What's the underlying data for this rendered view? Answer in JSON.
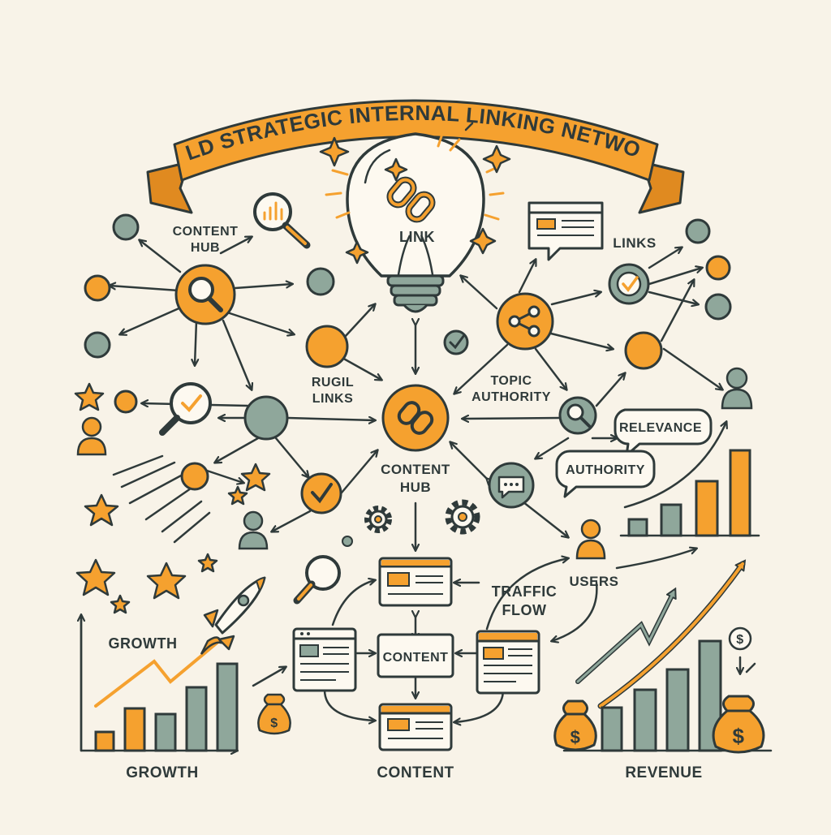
{
  "colors": {
    "background": "#f8f3e8",
    "orange": "#f5a12f",
    "sage": "#8fa79b",
    "ink": "#2f3a3a",
    "paper": "#fdf9f0"
  },
  "banner": {
    "title": "BUILD STRATEGIC INTERNAL LINKING NETWORKS"
  },
  "labels": {
    "content_hub_top_1": "CONTENT",
    "content_hub_top_2": "HUB",
    "bulb": "LINK",
    "links": "LINKS",
    "rugil_1": "RUGIL",
    "rugil_2": "LINKS",
    "topic_1": "TOPIC",
    "topic_2": "AUTHORITY",
    "content_hub_center_1": "CONTENT",
    "content_hub_center_2": "HUB",
    "relevance": "RELEVANCE",
    "authority": "AUTHORITY",
    "users": "USERS",
    "traffic_1": "TRAFFIC",
    "traffic_2": "FLOW",
    "growth_mid": "GROWTH",
    "content_page": "CONTENT",
    "bottom_growth": "GROWTH",
    "bottom_content": "CONTENT",
    "bottom_revenue": "REVENUE"
  },
  "icons": [
    "magnifier-icon",
    "chart-magnifier-icon",
    "lightbulb-icon",
    "chain-link-icon",
    "share-icon",
    "checkmark-icon",
    "browser-window-icon",
    "speech-bubble-icon",
    "user-icon",
    "star-icon",
    "gear-icon",
    "rocket-icon",
    "money-bag-icon",
    "dollar-coin-icon",
    "bar-chart-icon",
    "trend-arrow-icon"
  ]
}
